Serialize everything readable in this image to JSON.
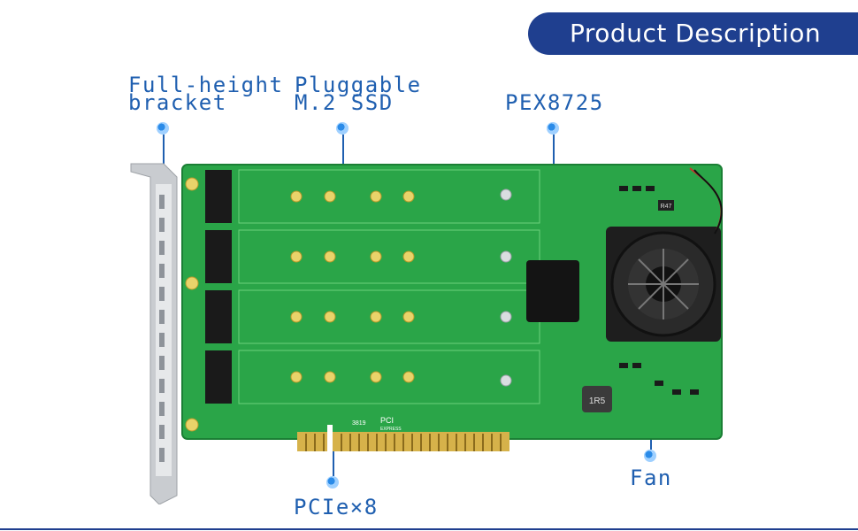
{
  "header": {
    "title": "Product Description"
  },
  "labels": {
    "bracket_line1": "Full-height",
    "bracket_line2": "bracket",
    "ssd_line1": "Pluggable",
    "ssd_line2": "M.2 SSD",
    "chip": "PEX8725",
    "pcie": "PCIe×8",
    "fan": "Fan"
  },
  "board_marks": {
    "pci_line1": "PCI",
    "pci_line2": "EXPRESS",
    "inductor": "1R5",
    "resistor": "R47",
    "serial": "3819"
  },
  "colors": {
    "accent": "#1f5fb0",
    "banner": "#1f3f8f",
    "pcb": "#2aa548"
  }
}
